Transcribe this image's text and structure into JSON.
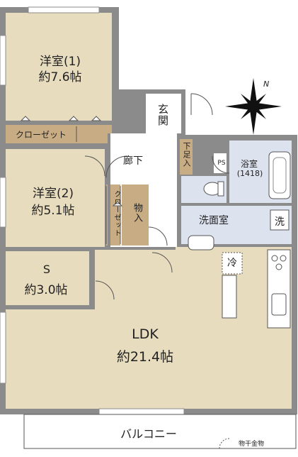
{
  "colors": {
    "wall": "#8b8b8b",
    "living": "#e8dcbf",
    "wet": "#dde2ef",
    "storage": "#c8ac84",
    "corridor": "#ffffff",
    "line": "#555555"
  },
  "rooms": {
    "bedroom1": {
      "name": "洋室(1)",
      "area": "約7.6帖"
    },
    "bedroom2": {
      "name": "洋室(2)",
      "area": "約5.1帖"
    },
    "s_room": {
      "name": "S",
      "area": "約3.0帖"
    },
    "ldk": {
      "name": "LDK",
      "area": "約21.4帖"
    },
    "entrance": "玄関",
    "hallway": "廊下",
    "shoe_closet": "下足入",
    "bathroom": {
      "name": "浴室",
      "size": "(1418)"
    },
    "washroom": "洗面室",
    "ps": "PS",
    "closet1": "クローゼット",
    "closet2": "クローゼット",
    "storage": "物入",
    "fridge": "冷",
    "washer": "洗",
    "balcony": "バルコニー",
    "drying_hardware": "物干金物"
  },
  "compass": {
    "label": "N"
  }
}
